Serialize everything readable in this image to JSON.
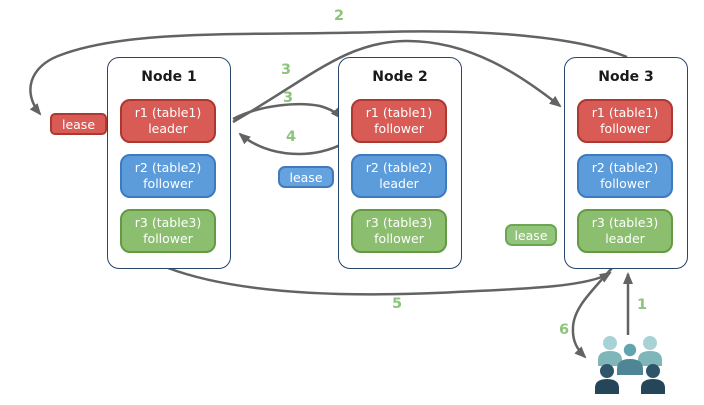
{
  "nodes": [
    {
      "title": "Node 1",
      "replicas": [
        {
          "range": "r1 (table1)",
          "role": "leader",
          "color": "red"
        },
        {
          "range": "r2 (table2)",
          "role": "follower",
          "color": "blue"
        },
        {
          "range": "r3 (table3)",
          "role": "follower",
          "color": "green"
        }
      ]
    },
    {
      "title": "Node 2",
      "replicas": [
        {
          "range": "r1 (table1)",
          "role": "follower",
          "color": "red"
        },
        {
          "range": "r2 (table2)",
          "role": "leader",
          "color": "blue"
        },
        {
          "range": "r3 (table3)",
          "role": "follower",
          "color": "green"
        }
      ]
    },
    {
      "title": "Node 3",
      "replicas": [
        {
          "range": "r1 (table1)",
          "role": "follower",
          "color": "red"
        },
        {
          "range": "r2 (table2)",
          "role": "follower",
          "color": "blue"
        },
        {
          "range": "r3 (table3)",
          "role": "leader",
          "color": "green"
        }
      ]
    }
  ],
  "leases": [
    {
      "label": "lease",
      "color": "#d95b55"
    },
    {
      "label": "lease",
      "color": "#64a3de"
    },
    {
      "label": "lease",
      "color": "#93c47d"
    }
  ],
  "steps": [
    {
      "label": "2"
    },
    {
      "label": "3"
    },
    {
      "label": "3"
    },
    {
      "label": "4"
    },
    {
      "label": "5"
    },
    {
      "label": "1"
    },
    {
      "label": "6"
    }
  ],
  "icons": {
    "users": "users-group-icon"
  },
  "colors": {
    "red_fill": "#d95b55",
    "red_border": "#ad3832",
    "blue_fill": "#5c9cdb",
    "blue_border": "#3d7abf",
    "green_fill": "#8cbe70",
    "green_border": "#649b42",
    "lease_blue": "#64a3de",
    "lease_green": "#93c47d",
    "node_border": "#28456b",
    "arrow": "#636363",
    "step_label": "#8cc47c",
    "users_light_head": "#a8d3d6",
    "users_light_body": "#7fb6ba",
    "users_teal_head": "#62a4ad",
    "users_teal_body": "#4f8594",
    "users_dark_head": "#2f556a",
    "users_dark_body": "#254559"
  }
}
